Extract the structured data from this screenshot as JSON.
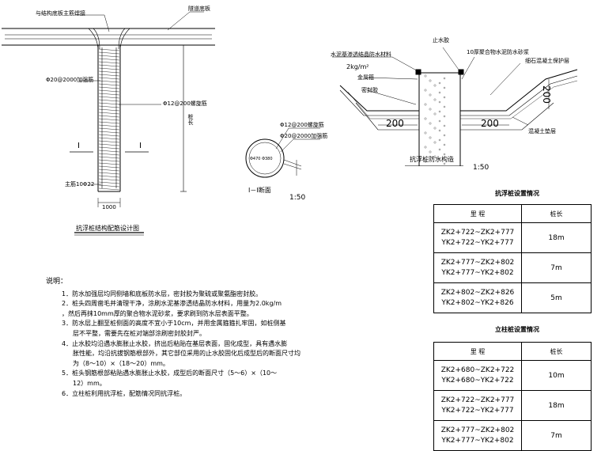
{
  "drawing": {
    "left": {
      "label_weld": "与结构底板主筋焊接",
      "label_slab": "隧道底板",
      "label_rebar": "Φ20@2000加强筋",
      "label_stirrup": "Φ12@200螺旋筋",
      "label_length": "桩长",
      "label_section_mark_1": "I",
      "label_section_mark_2": "I",
      "label_main_bar": "主筋10Φ22",
      "label_width": "1000",
      "title": "抗浮桩结构配筋设计图"
    },
    "section": {
      "label_stirrup": "Φ12@200螺旋筋",
      "label_rebar": "Φ20@2000加强筋",
      "label_inner": "Φ470 Φ380",
      "title": "I－I断面",
      "scale": "1:50"
    },
    "right": {
      "label_waterstop": "止水胶",
      "label_coating": "水泥基渗透结晶防水材料",
      "label_dose": "2kg/m²",
      "label_mortar": "10厚聚合物水泥防水砂浆",
      "label_protect": "细石混凝土保护层",
      "label_metal": "金属箍",
      "label_sealant": "密封胶",
      "label_200_left": "200",
      "label_200_right": "200",
      "label_200_vert": "200",
      "label_cushion": "混凝土垫层",
      "title": "抗浮桩防水构造",
      "scale": "1:50"
    }
  },
  "notes": {
    "title": "说明：",
    "lines": [
      "1．防水加强层均同侧墙和底板防水层，密封胶为聚硫或聚氨酯密封胶。",
      "2．桩头四周凿毛并清理干净，涂刷水泥基渗透结晶防水材料，用量为2.0kg/m",
      "，然后再抹10mm厚的聚合物水泥砂浆，要求刷到防水层表面平整。",
      "3．防水层上翻至桩侧面的高度不宜小于10cm，并用金属箍箍扎牢固，如桩侧基",
      "层不平整，需要先在桩对端部涂刷密封胶封严。",
      "4．止水胶均沿遇水膨胀止水胶，挤出后粘贴在基层表面，固化成型，具有遇水膨",
      "胀性能，均沿抗拔钢筋根部外，其它部位采用的止水胶固化后成型后的断面尺寸均",
      "为（8～10）×（18～20）mm。",
      "5．桩头钢筋根部粘贴遇水膨胀止水胶，成型后的断面尺寸（5～6）×（10～",
      "12）mm。",
      "6．立柱桩利用抗浮桩，配筋情况同抗浮桩。"
    ]
  },
  "table1": {
    "title": "抗浮桩设置情况",
    "headers": [
      "里  程",
      "桩长"
    ],
    "rows": [
      {
        "range1": "ZK2+722~ZK2+777",
        "range2": "YK2+722~YK2+777",
        "length": "18m"
      },
      {
        "range1": "ZK2+777~ZK2+802",
        "range2": "YK2+777~YK2+802",
        "length": "7m"
      },
      {
        "range1": "ZK2+802~ZK2+826",
        "range2": "YK2+802~YK2+826",
        "length": "5m"
      }
    ]
  },
  "table2": {
    "title": "立柱桩设置情况",
    "headers": [
      "里  程",
      "桩长"
    ],
    "rows": [
      {
        "range1": "ZK2+680~ZK2+722",
        "range2": "YK2+680~YK2+722",
        "length": "10m"
      },
      {
        "range1": "ZK2+722~ZK2+777",
        "range2": "YK2+722~YK2+777",
        "length": "18m"
      },
      {
        "range1": "ZK2+777~ZK2+802",
        "range2": "YK2+777~YK2+802",
        "length": "7m"
      }
    ]
  }
}
